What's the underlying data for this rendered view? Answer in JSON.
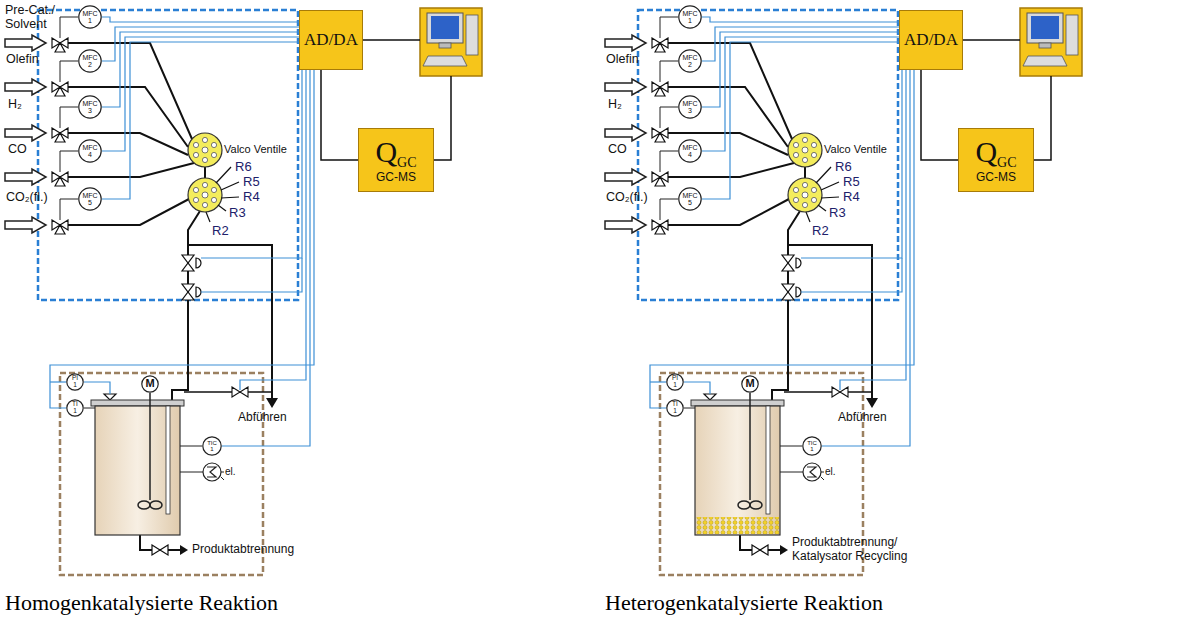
{
  "diagram": {
    "nodes": [
      {
        "text": [
          "AD/DA"
        ]
      },
      {
        "text": [
          "Q",
          "GC",
          "GC-MS"
        ]
      },
      {
        "text": [
          "MFC",
          "1"
        ]
      },
      {
        "text": [
          "MFC",
          "2"
        ]
      },
      {
        "text": [
          "MFC",
          "3"
        ]
      },
      {
        "text": [
          "MFC",
          "4"
        ]
      },
      {
        "text": [
          "MFC",
          "5"
        ]
      },
      {
        "text": [
          "PI",
          "1"
        ]
      },
      {
        "text": [
          "TI",
          "1"
        ]
      },
      {
        "text": [
          "M"
        ]
      },
      {
        "text": [
          "TIC",
          "1"
        ]
      },
      {
        "text": [
          "AD/DA"
        ]
      },
      {
        "text": [
          "Q",
          "GC",
          "GC-MS"
        ]
      },
      {
        "text": [
          "MFC",
          "1"
        ]
      },
      {
        "text": [
          "MFC",
          "2"
        ]
      },
      {
        "text": [
          "MFC",
          "3"
        ]
      },
      {
        "text": [
          "MFC",
          "4"
        ]
      },
      {
        "text": [
          "MFC",
          "5"
        ]
      },
      {
        "text": [
          "PI",
          "1"
        ]
      },
      {
        "text": [
          "TI",
          "1"
        ]
      },
      {
        "text": [
          "M"
        ]
      },
      {
        "text": [
          "TIC",
          "1"
        ]
      }
    ],
    "edges": [
      {
        "from": 2,
        "to": 0,
        "arrow": "none"
      },
      {
        "from": 3,
        "to": 0,
        "arrow": "none"
      },
      {
        "from": 4,
        "to": 0,
        "arrow": "none"
      },
      {
        "from": 5,
        "to": 0,
        "arrow": "none"
      },
      {
        "from": 6,
        "to": 0,
        "arrow": "none"
      },
      {
        "from": 0,
        "to": 1,
        "arrow": "none"
      },
      {
        "from": 13,
        "to": 11,
        "arrow": "none"
      },
      {
        "from": 14,
        "to": 11,
        "arrow": "none"
      },
      {
        "from": 15,
        "to": 11,
        "arrow": "none"
      },
      {
        "from": 16,
        "to": 11,
        "arrow": "none"
      },
      {
        "from": 17,
        "to": 11,
        "arrow": "none"
      },
      {
        "from": 11,
        "to": 12,
        "arrow": "none"
      }
    ],
    "labels": [
      "Pre-Cat./ Solvent",
      "Olefin",
      "H₂",
      "CO",
      "CO₂(fl.)",
      "Valco Ventile",
      "R6",
      "R5",
      "R4",
      "R3",
      "R2",
      "el.",
      "Abführen",
      "Produktabtrennung",
      "Homogenkatalysierte Reaktion",
      "Olefin",
      "H₂",
      "CO",
      "CO₂(fl.)",
      "Valco Ventile",
      "R6",
      "R5",
      "R4",
      "R3",
      "R2",
      "el.",
      "Abführen",
      "Produktabtrennung/ Katalysator Recycling",
      "Heterogenkatalysierte Reaktion"
    ]
  }
}
